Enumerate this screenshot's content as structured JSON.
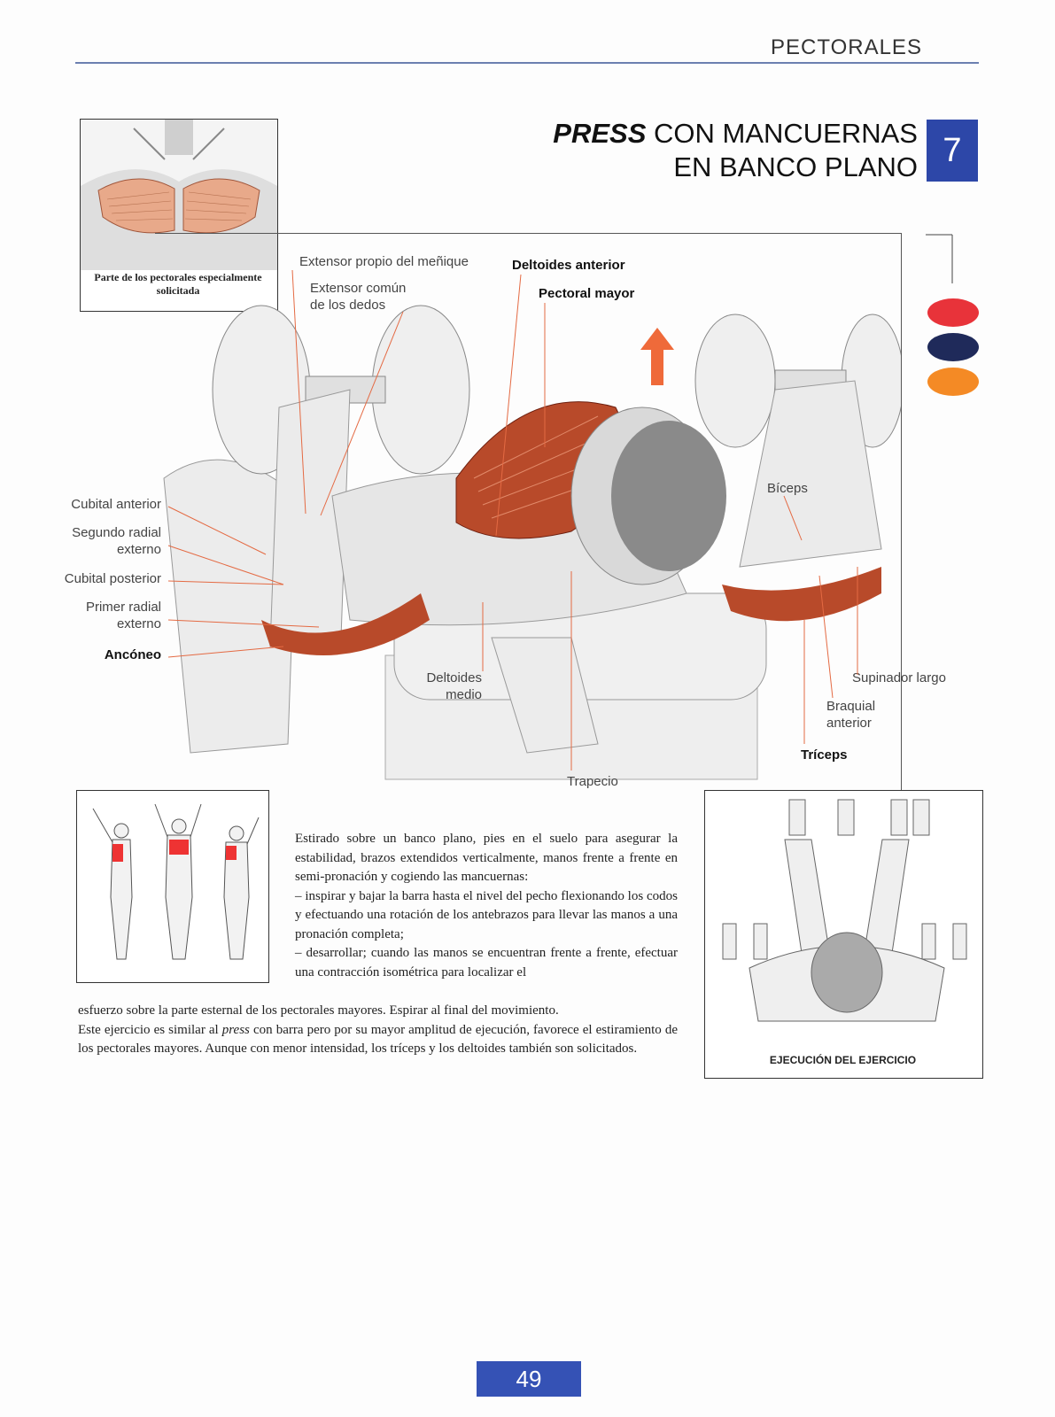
{
  "header": {
    "section": "PECTORALES"
  },
  "title": {
    "line1_italic": "PRESS",
    "line1_rest": " CON MANCUERNAS",
    "line2": "EN BANCO PLANO",
    "number": "7"
  },
  "muscle_inset": {
    "caption": "Parte de los pectorales especialmente solicitada"
  },
  "labels": {
    "extensor_propio": "Extensor propio del meñique",
    "extensor_comun_1": "Extensor común",
    "extensor_comun_2": "de los dedos",
    "deltoides_anterior": "Deltoides anterior",
    "pectoral_mayor": "Pectoral mayor",
    "cubital_anterior": "Cubital anterior",
    "segundo_radial_1": "Segundo radial",
    "segundo_radial_2": "externo",
    "cubital_posterior": "Cubital posterior",
    "primer_radial_1": "Primer radial",
    "primer_radial_2": "externo",
    "anconeo": "Ancóneo",
    "deltoides_medio_1": "Deltoides",
    "deltoides_medio_2": "medio",
    "trapecio": "Trapecio",
    "biceps": "Bíceps",
    "supinador": "Supinador largo",
    "braquial_1": "Braquial",
    "braquial_2": "anterior",
    "triceps": "Tríceps"
  },
  "legend": {
    "colors": [
      "#e8333a",
      "#1f2a5a",
      "#f48a25"
    ]
  },
  "text": {
    "p1": "Estirado sobre un banco plano, pies en el suelo para asegurar la estabilidad, brazos extendidos verticalmente, manos frente a frente en semi-pronación y cogiendo las mancuernas:",
    "p2": "– inspirar y bajar la barra hasta el nivel del pecho flexionando los codos y efectuando una rotación de los antebrazos para llevar las manos a una pronación completa;",
    "p3": "– desarrollar; cuando las manos se encuentran frente a frente, efectuar una contracción isométrica para localizar el",
    "p4": "esfuerzo sobre la parte esternal de los pectorales mayores. Espirar al final del movimiento.",
    "p5_a": "Este ejercicio es similar al ",
    "p5_it": "press",
    "p5_b": " con barra pero por su mayor amplitud de ejecución, favorece el estiramiento de los pectorales mayores. Aunque con menor intensidad, los tríceps y los deltoides también son solicitados."
  },
  "exec_inset": {
    "caption": "EJECUCIÓN DEL EJERCICIO"
  },
  "page_number": "49"
}
